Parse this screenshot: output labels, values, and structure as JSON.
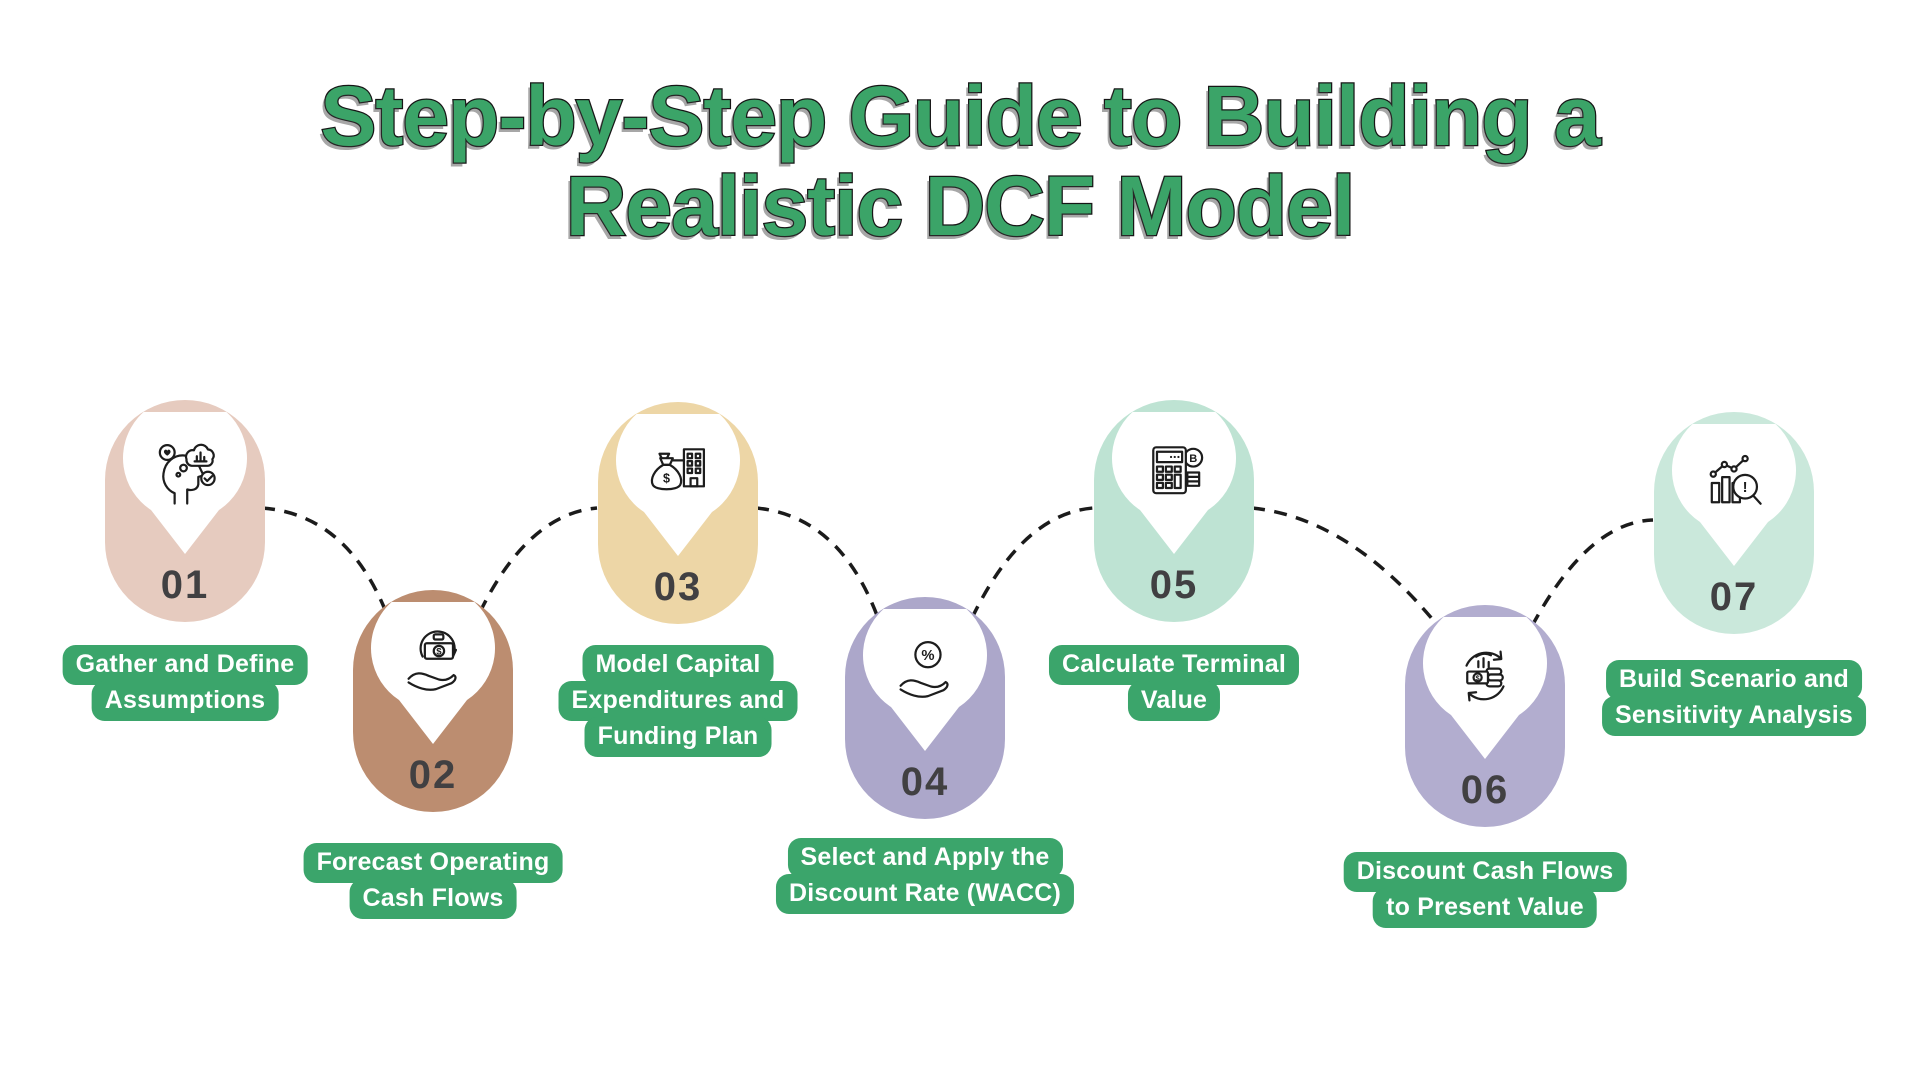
{
  "title": {
    "line1": "Step-by-Step Guide to Building a",
    "line2": "Realistic DCF Model"
  },
  "colors": {
    "title_green": "#3BA468",
    "title_outline": "#161616",
    "label_green": "#3BA56B",
    "label_text": "#FFFFFF",
    "number_gray": "#414042",
    "connector": "#1B1B1B",
    "background": "#FFFFFF"
  },
  "steps": [
    {
      "number": "01",
      "title": "Gather and Define Assumptions",
      "lines": [
        "Gather and Define",
        "Assumptions"
      ],
      "icon": "head-idea-icon",
      "pill_color": "#E6CBBF"
    },
    {
      "number": "02",
      "title": "Forecast Operating Cash Flows",
      "lines": [
        "Forecast Operating",
        "Cash Flows"
      ],
      "icon": "hand-money-cycle-icon",
      "pill_color": "#BC8D70",
      "icon_glyph": "$"
    },
    {
      "number": "03",
      "title": "Model Capital Expenditures and Funding Plan",
      "lines": [
        "Model Capital",
        "Expenditures and",
        "Funding Plan"
      ],
      "icon": "money-bag-building-icon",
      "pill_color": "#EDD6A6",
      "icon_glyph": "$"
    },
    {
      "number": "04",
      "title": "Select and Apply the Discount Rate (WACC)",
      "lines": [
        "Select and Apply the",
        "Discount Rate (WACC)"
      ],
      "icon": "hand-percent-icon",
      "pill_color": "#ACA7CA",
      "icon_glyph": "%"
    },
    {
      "number": "05",
      "title": "Calculate Terminal Value",
      "lines": [
        "Calculate Terminal",
        "Value"
      ],
      "icon": "calculator-coin-icon",
      "pill_color": "#BEE3D3",
      "icon_glyph": "B"
    },
    {
      "number": "06",
      "title": "Discount Cash Flows to Present Value",
      "lines": [
        "Discount Cash Flows",
        "to Present Value"
      ],
      "icon": "cash-flow-cycle-icon",
      "pill_color": "#B2ADCF",
      "icon_glyph": "$"
    },
    {
      "number": "07",
      "title": "Build Scenario and Sensitivity Analysis",
      "lines": [
        "Build Scenario and",
        "Sensitivity Analysis"
      ],
      "icon": "chart-magnifier-icon",
      "pill_color": "#CAE8DB",
      "icon_glyph": "!"
    }
  ]
}
